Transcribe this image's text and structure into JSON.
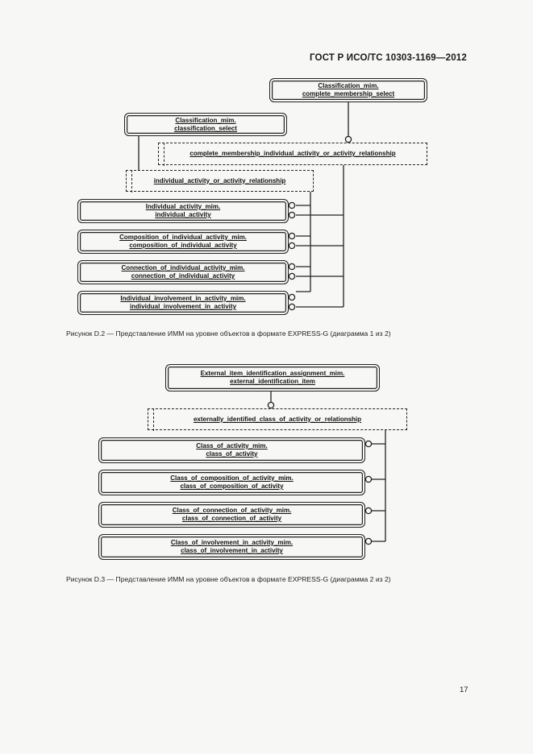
{
  "header": {
    "standard": "ГОСТ Р ИСО/ТС 10303-1169—2012"
  },
  "figure1": {
    "caption": "Рисунок D.2 — Представление ИММ на уровне объектов в формате EXPRESS-G (диаграмма 1 из 2)",
    "classification_mim": {
      "line1": "Classification_mim.",
      "line2": "complete_membership_select"
    },
    "classification_select": {
      "line1": "Classification_mim.",
      "line2": "classification_select"
    },
    "complete_membership": {
      "label": "complete_membership_individual_activity_or_activity_relationship"
    },
    "individual_activity_or_relationship": {
      "label": "individual_activity_or_activity_relationship"
    },
    "entities": [
      {
        "line1": "Individual_activity_mim.",
        "line2": "individual_activity"
      },
      {
        "line1": "Composition_of_individual_activity_mim.",
        "line2": "composition_of_individual_activity"
      },
      {
        "line1": "Connection_of_individual_activity_mim.",
        "line2": "connection_of_individual_activity"
      },
      {
        "line1": "Individual_involvement_in_activity_mim.",
        "line2": "individual_involvement_in_activity"
      }
    ]
  },
  "figure2": {
    "caption": "Рисунок D.3 — Представление ИММ на уровне объектов в формате EXPRESS-G (диаграмма 2 из 2)",
    "external_items": {
      "line1": "External_item_identification_assignment_mim.",
      "line2": "external_identification_item"
    },
    "externally_identified": {
      "label": "externally_identified_class_of_activity_or_relationship"
    },
    "entities": [
      {
        "line1": "Class_of_activity_mim.",
        "line2": "class_of_activity"
      },
      {
        "line1": "Class_of_composition_of_activity_mim.",
        "line2": "class_of_composition_of_activity"
      },
      {
        "line1": "Class_of_connection_of_activity_mim.",
        "line2": "class_of_connection_of_activity"
      },
      {
        "line1": "Class_of_involvement_in_activity_mim.",
        "line2": "class_of_involvement_in_activity"
      }
    ]
  },
  "footer": {
    "page_number": "17"
  }
}
